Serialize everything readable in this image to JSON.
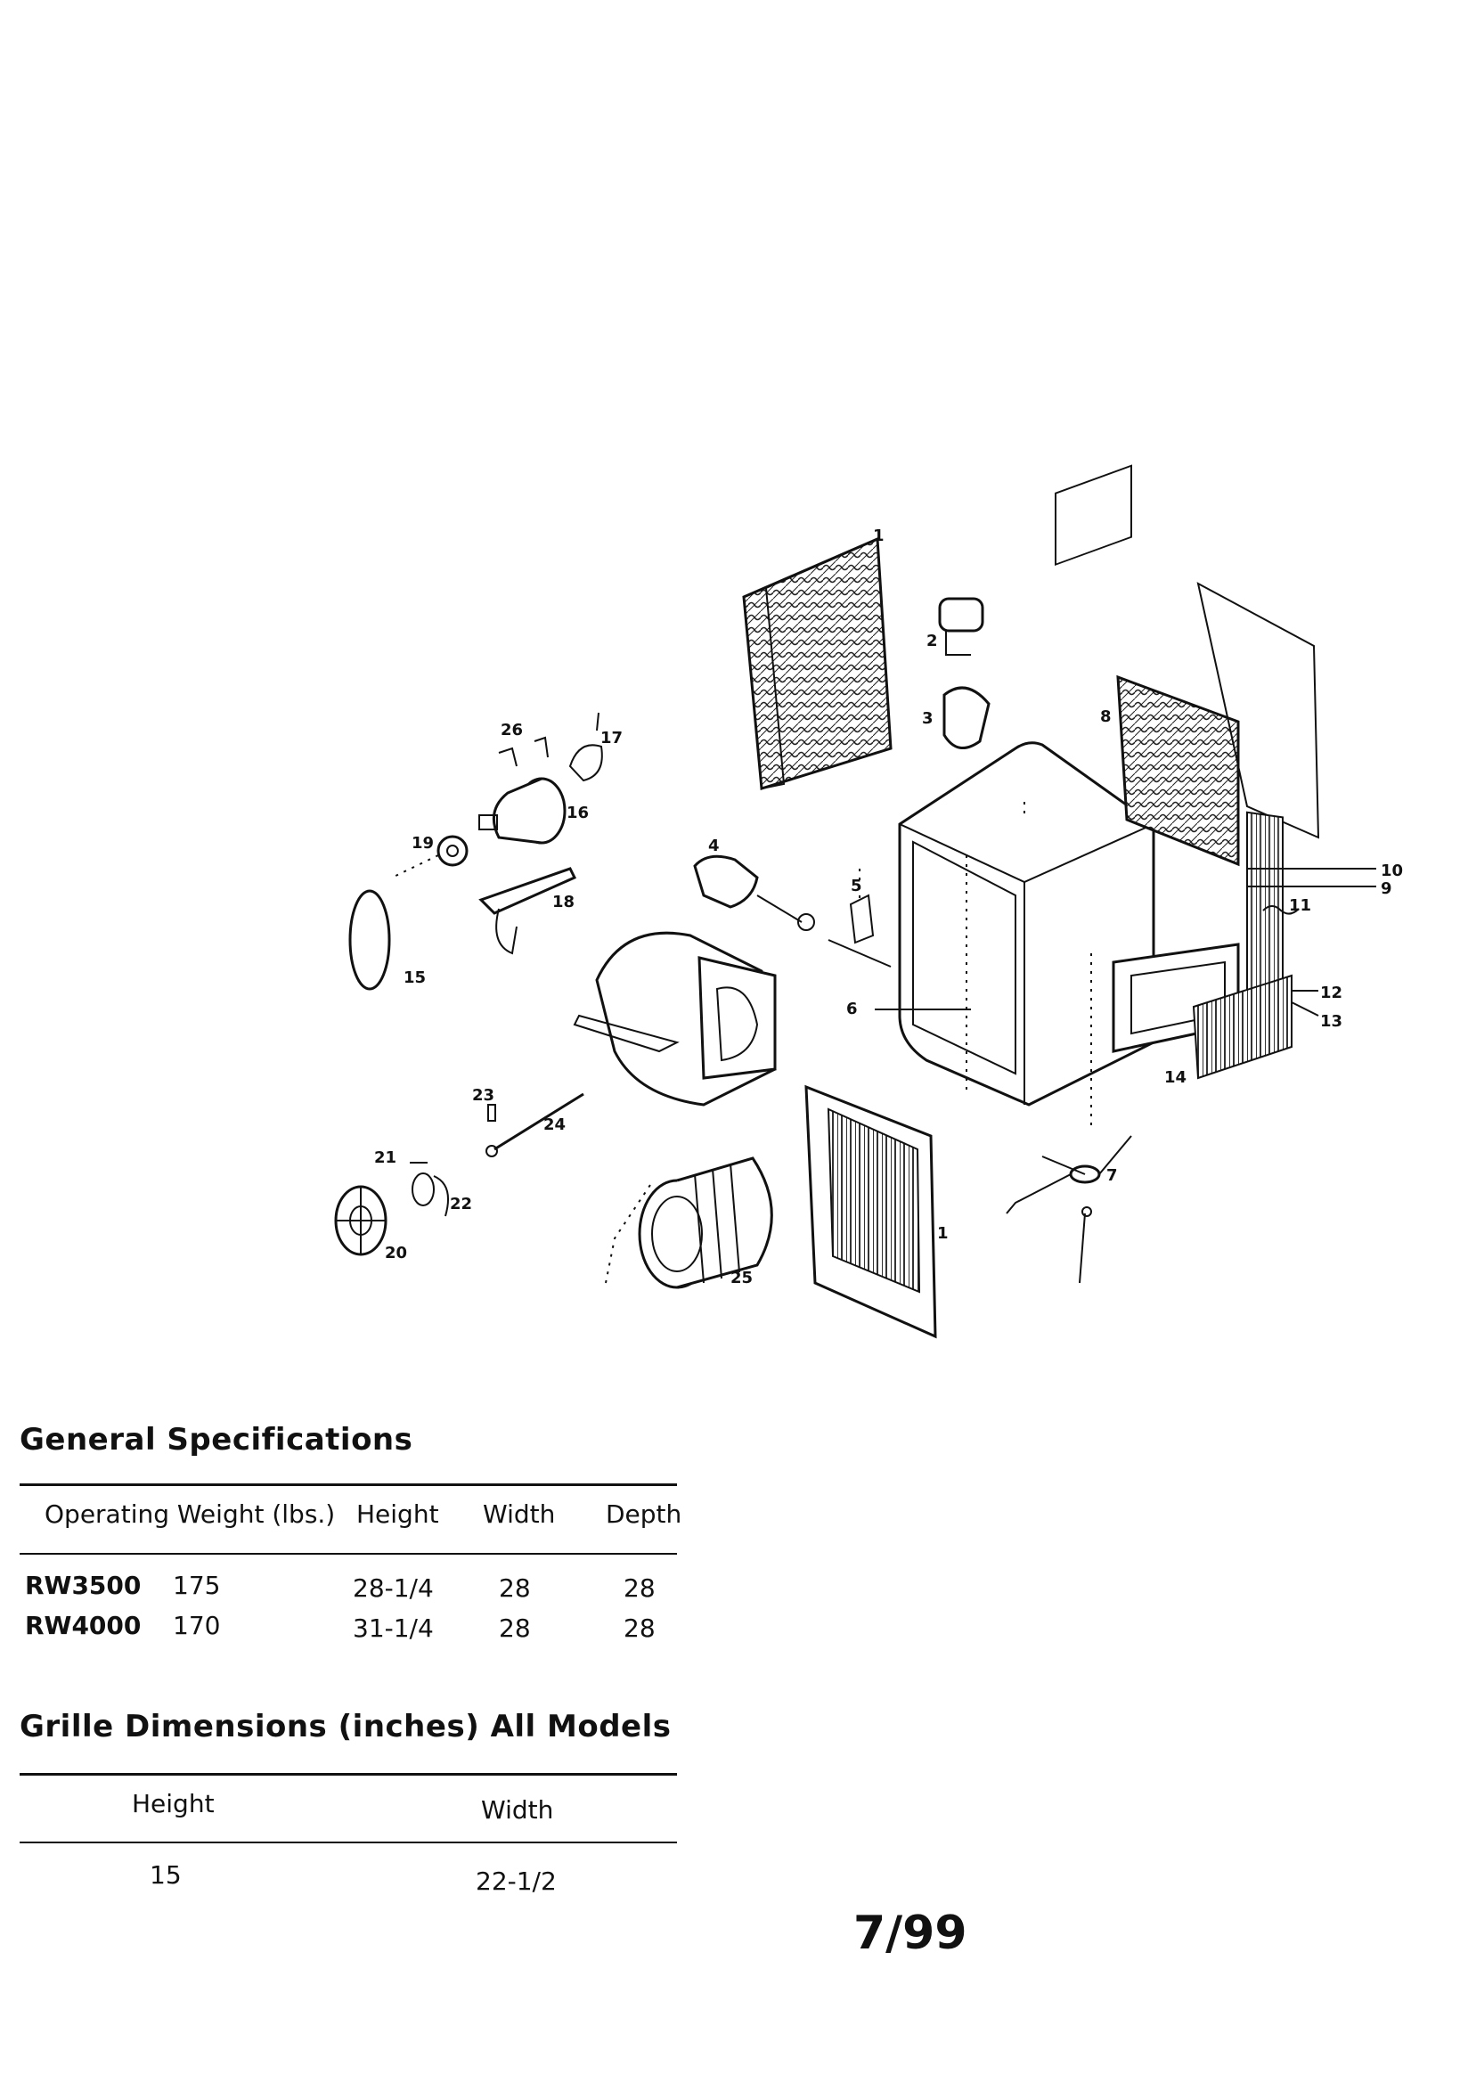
{
  "diagram": {
    "callouts": [
      "1",
      "2",
      "3",
      "4",
      "5",
      "6",
      "7",
      "8",
      "9",
      "10",
      "11",
      "12",
      "13",
      "14",
      "15",
      "16",
      "17",
      "18",
      "19",
      "20",
      "21",
      "22",
      "23",
      "24",
      "25",
      "26"
    ]
  },
  "general_specs": {
    "title": "General Specifications",
    "headers": [
      "Operating Weight (lbs.)",
      "Height",
      "Width",
      "Depth"
    ],
    "rows": [
      {
        "model": "RW3500",
        "weight": "175",
        "height": "28-1/4",
        "width": "28",
        "depth": "28"
      },
      {
        "model": "RW4000",
        "weight": "170",
        "height": "31-1/4",
        "width": "28",
        "depth": "28"
      }
    ]
  },
  "grille": {
    "title": "Grille Dimensions (inches) All Models",
    "headers": [
      "Height",
      "Width"
    ],
    "row": {
      "height": "15",
      "width": "22-1/2"
    }
  },
  "footer": {
    "date_code": "7/99"
  }
}
